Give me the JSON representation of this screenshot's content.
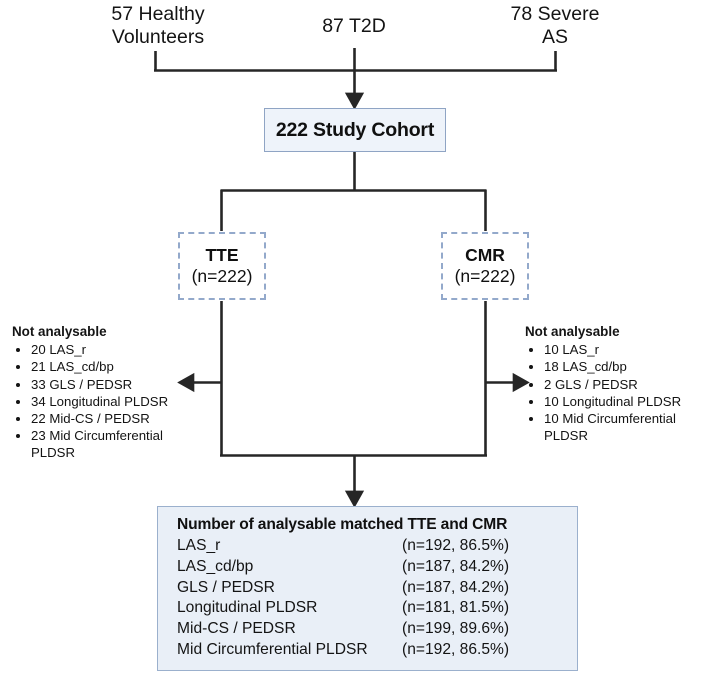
{
  "figure": {
    "type": "flowchart",
    "title": "Study cohort and analysable matched TTE and CMR flow diagram"
  },
  "sources": [
    {
      "name": "healthy-volunteers",
      "label": "57 Healthy\nVolunteers"
    },
    {
      "name": "t2d",
      "label": "87 T2D"
    },
    {
      "name": "severe-as",
      "label": "78 Severe\nAS"
    }
  ],
  "cohort": {
    "label": "222 Study Cohort"
  },
  "modalities": [
    {
      "name": "tte",
      "title": "TTE",
      "subtitle": "(n=222)"
    },
    {
      "name": "cmr",
      "title": "CMR",
      "subtitle": "(n=222)"
    }
  ],
  "exclusions": {
    "left": {
      "title": "Not analysable",
      "items": [
        "20 LAS_r",
        "21 LAS_cd/bp",
        "33 GLS / PEDSR",
        "34 Longitudinal PLDSR",
        "22 Mid-CS / PEDSR",
        "23 Mid Circumferential PLDSR"
      ]
    },
    "right": {
      "title": "Not analysable",
      "items": [
        "10 LAS_r",
        "18 LAS_cd/bp",
        "2 GLS / PEDSR",
        "10 Longitudinal PLDSR",
        "10 Mid Circumferential PLDSR"
      ]
    }
  },
  "results": {
    "title": "Number of analysable matched TTE and CMR",
    "rows": [
      {
        "name": "LAS_r",
        "value": "(n=192, 86.5%)"
      },
      {
        "name": "LAS_cd/bp",
        "value": "(n=187, 84.2%)"
      },
      {
        "name": "GLS / PEDSR",
        "value": "(n=187, 84.2%)"
      },
      {
        "name": "Longitudinal PLDSR",
        "value": "(n=181, 81.5%)"
      },
      {
        "name": "Mid-CS / PEDSR",
        "value": "(n=199, 89.6%)"
      },
      {
        "name": "Mid Circumferential PLDSR",
        "value": "(n=192, 86.5%)"
      }
    ]
  },
  "colors": {
    "cohort_fill": "#eef3fa",
    "cohort_border": "#8fa4c4",
    "modality_border": "#93a9cb",
    "results_fill": "#e9eff7",
    "results_border": "#9bb0cd",
    "connector": "#262626",
    "text": "#141414"
  }
}
